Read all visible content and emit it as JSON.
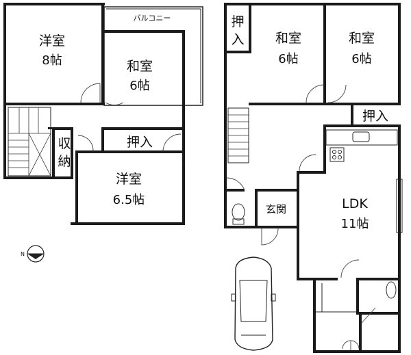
{
  "floor2": {
    "balcony": "バルコニー",
    "western_8": {
      "name": "洋室",
      "size": "8帖"
    },
    "japanese_6": {
      "name": "和室",
      "size": "6帖"
    },
    "storage": {
      "line1": "収",
      "line2": "納"
    },
    "closet": "押入",
    "western_65": {
      "name": "洋室",
      "size": "6.5帖"
    }
  },
  "floor1": {
    "closet_left": {
      "line1": "押",
      "line2": "入"
    },
    "japanese_a": {
      "name": "和室",
      "size": "6帖"
    },
    "japanese_b": {
      "name": "和室",
      "size": "6帖"
    },
    "closet_right": "押入",
    "entrance": "玄関",
    "ldk": {
      "name": "LDK",
      "size": "11帖"
    }
  },
  "compass": {
    "label": "N"
  }
}
